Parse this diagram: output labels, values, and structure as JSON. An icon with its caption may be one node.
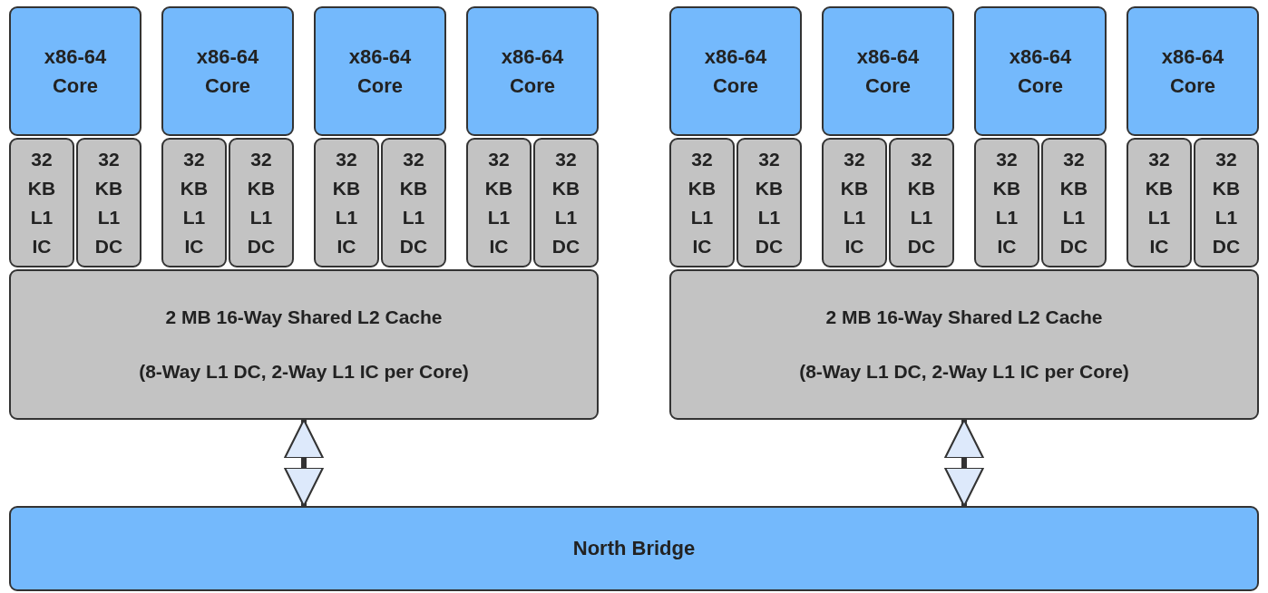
{
  "diagram": {
    "nodes": [
      {
        "text": [
          "x86-64 Core"
        ]
      },
      {
        "text": [
          "x86-64 Core"
        ]
      },
      {
        "text": [
          "x86-64 Core"
        ]
      },
      {
        "text": [
          "x86-64 Core"
        ]
      },
      {
        "text": [
          "x86-64 Core"
        ]
      },
      {
        "text": [
          "x86-64 Core"
        ]
      },
      {
        "text": [
          "x86-64 Core"
        ]
      },
      {
        "text": [
          "x86-64 Core"
        ]
      },
      {
        "text": [
          "32 KB L1 IC"
        ]
      },
      {
        "text": [
          "32 KB L1 DC"
        ]
      },
      {
        "text": [
          "32 KB L1 IC"
        ]
      },
      {
        "text": [
          "32 KB L1 DC"
        ]
      },
      {
        "text": [
          "32 KB L1 IC"
        ]
      },
      {
        "text": [
          "32 KB L1 DC"
        ]
      },
      {
        "text": [
          "32 KB L1 IC"
        ]
      },
      {
        "text": [
          "32 KB L1 DC"
        ]
      },
      {
        "text": [
          "32 KB L1 IC"
        ]
      },
      {
        "text": [
          "32 KB L1 DC"
        ]
      },
      {
        "text": [
          "32 KB L1 IC"
        ]
      },
      {
        "text": [
          "32 KB L1 DC"
        ]
      },
      {
        "text": [
          "32 KB L1 IC"
        ]
      },
      {
        "text": [
          "32 KB L1 DC"
        ]
      },
      {
        "text": [
          "32 KB L1 IC"
        ]
      },
      {
        "text": [
          "32 KB L1 DC"
        ]
      },
      {
        "text": [
          "2 MB 16-Way Shared L2 Cache",
          "(8-Way L1 DC, 2-Way L1 IC per Core)"
        ]
      },
      {
        "text": [
          "2 MB 16-Way Shared L2 Cache",
          "(8-Way L1 DC, 2-Way L1 IC per Core)"
        ]
      },
      {
        "text": [
          "North Bridge"
        ]
      }
    ],
    "edges": [
      {
        "from": 24,
        "to": 26,
        "arrow": "both"
      },
      {
        "from": 25,
        "to": 26,
        "arrow": "both"
      }
    ]
  }
}
